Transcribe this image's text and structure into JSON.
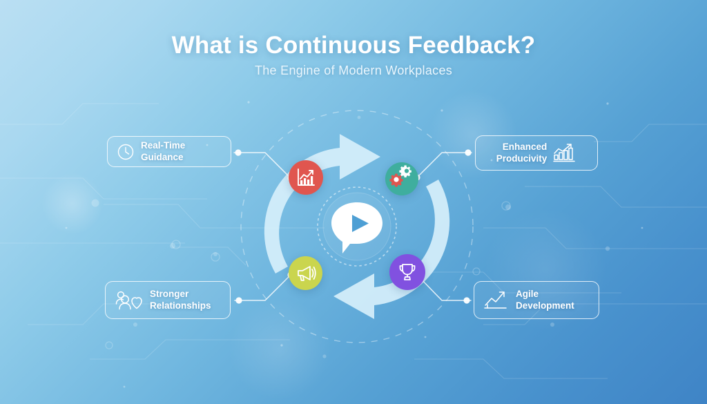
{
  "header": {
    "title": "What is Continuous Feedback?",
    "subtitle": "The Engine of Modern Workplaces"
  },
  "center": {
    "icon": "speech-bubble-play-icon",
    "description": "White speech bubble with blue play triangle inside dashed rings"
  },
  "cycle": {
    "description": "Two thick light-blue curved arrows forming a continuous clockwise loop",
    "arrow_color": "#d6effb",
    "arrows": [
      {
        "name": "top-right-arrow",
        "direction": "right"
      },
      {
        "name": "bottom-left-arrow",
        "direction": "left"
      },
      {
        "name": "left-up-arrow",
        "direction": "up"
      },
      {
        "name": "right-down-arrow",
        "direction": "down"
      }
    ]
  },
  "badges": [
    {
      "name": "growth-chart-badge",
      "icon": "bar-chart-arrow-icon",
      "color": "#e0564f",
      "position": "top-left"
    },
    {
      "name": "gears-badge",
      "icon": "gears-icon",
      "color": "#3fae9e",
      "position": "top-right"
    },
    {
      "name": "megaphone-badge",
      "icon": "megaphone-icon",
      "color": "#cad54e",
      "position": "bottom-left"
    },
    {
      "name": "trophy-badge",
      "icon": "trophy-icon",
      "color": "#8151e0",
      "position": "bottom-right"
    }
  ],
  "cards": [
    {
      "id": "real-time-guidance",
      "label": "Real-Time Guidance",
      "icon": "clock-icon",
      "icon_side": "left",
      "position": "top-left"
    },
    {
      "id": "enhanced-producivity",
      "label": "Enhanced\nProducivity",
      "icon": "bar-chart-growth-icon",
      "icon_side": "right",
      "position": "top-right"
    },
    {
      "id": "stronger-relationships",
      "label": "Stronger\nRelationships",
      "icon": "people-heart-icon",
      "icon_side": "left",
      "position": "bottom-left"
    },
    {
      "id": "agile-development",
      "label": "Agile\nDevelopment",
      "icon": "growth-arrow-icon",
      "icon_side": "left",
      "position": "bottom-right"
    }
  ],
  "colors": {
    "background_start": "#badff3",
    "background_end": "#3f84c6",
    "arrow": "#d6effb",
    "text": "#ffffff",
    "subtitle": "#eaf6fd"
  }
}
